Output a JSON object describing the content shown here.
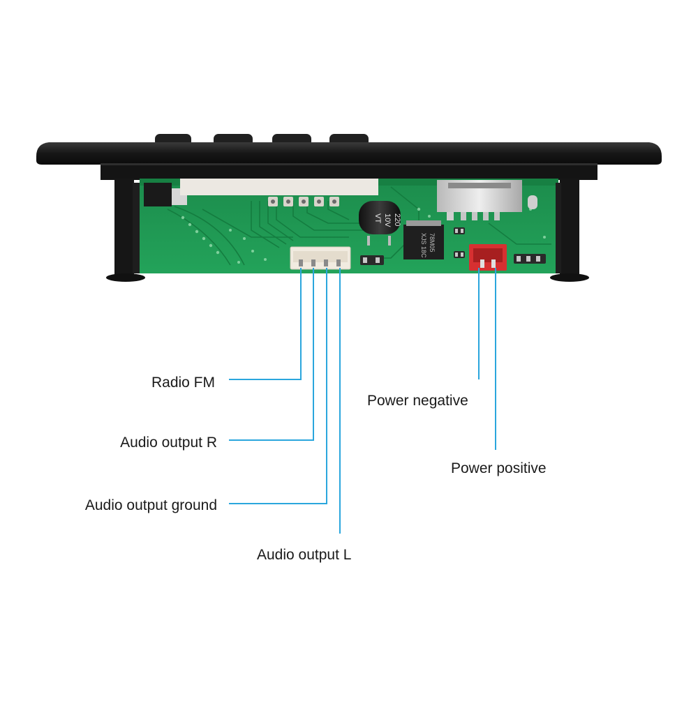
{
  "capacitor_marking": [
    "220",
    "10V",
    "VT"
  ],
  "regulator_marking": [
    "78M05",
    "XJS 18C"
  ],
  "callouts": {
    "radio_fm": "Radio FM",
    "audio_output_r": "Audio output R",
    "audio_output_ground": "Audio output ground",
    "audio_output_l": "Audio output L",
    "power_negative": "Power negative",
    "power_positive": "Power positive"
  },
  "colors": {
    "pcb_green": "#1f9a55",
    "bezel_black": "#1b1b1b",
    "leader_line": "#2aa6dd",
    "power_connector": "#d63031",
    "signal_connector": "#f1ebe0"
  }
}
